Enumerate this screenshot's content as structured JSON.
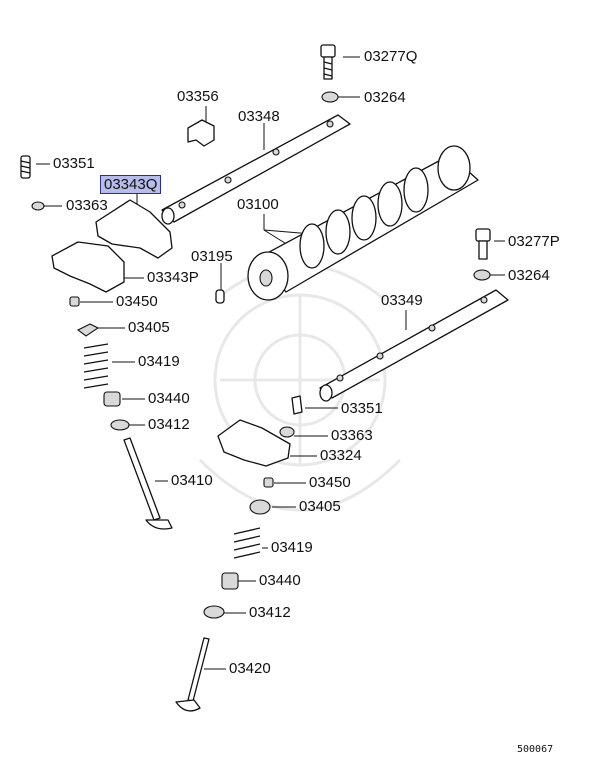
{
  "parts": {
    "p03277Q": "03277Q",
    "p03264_top": "03264",
    "p03356": "03356",
    "p03348": "03348",
    "p03351_left": "03351",
    "p03343Q": "03343Q",
    "p03363_left": "03363",
    "p03100": "03100",
    "p03195": "03195",
    "p03277P": "03277P",
    "p03264_right": "03264",
    "p03343P": "03343P",
    "p03450_left": "03450",
    "p03349": "03349",
    "p03405_left": "03405",
    "p03419_left": "03419",
    "p03440_left": "03440",
    "p03412_left": "03412",
    "p03410": "03410",
    "p03351_right": "03351",
    "p03363_right": "03363",
    "p03324": "03324",
    "p03450_right": "03450",
    "p03405_right": "03405",
    "p03419_right": "03419",
    "p03440_right": "03440",
    "p03412_right": "03412",
    "p03420": "03420"
  },
  "highlighted_part": "03343Q",
  "highlight_color": "#b7bde8",
  "diagram_id": "500067"
}
